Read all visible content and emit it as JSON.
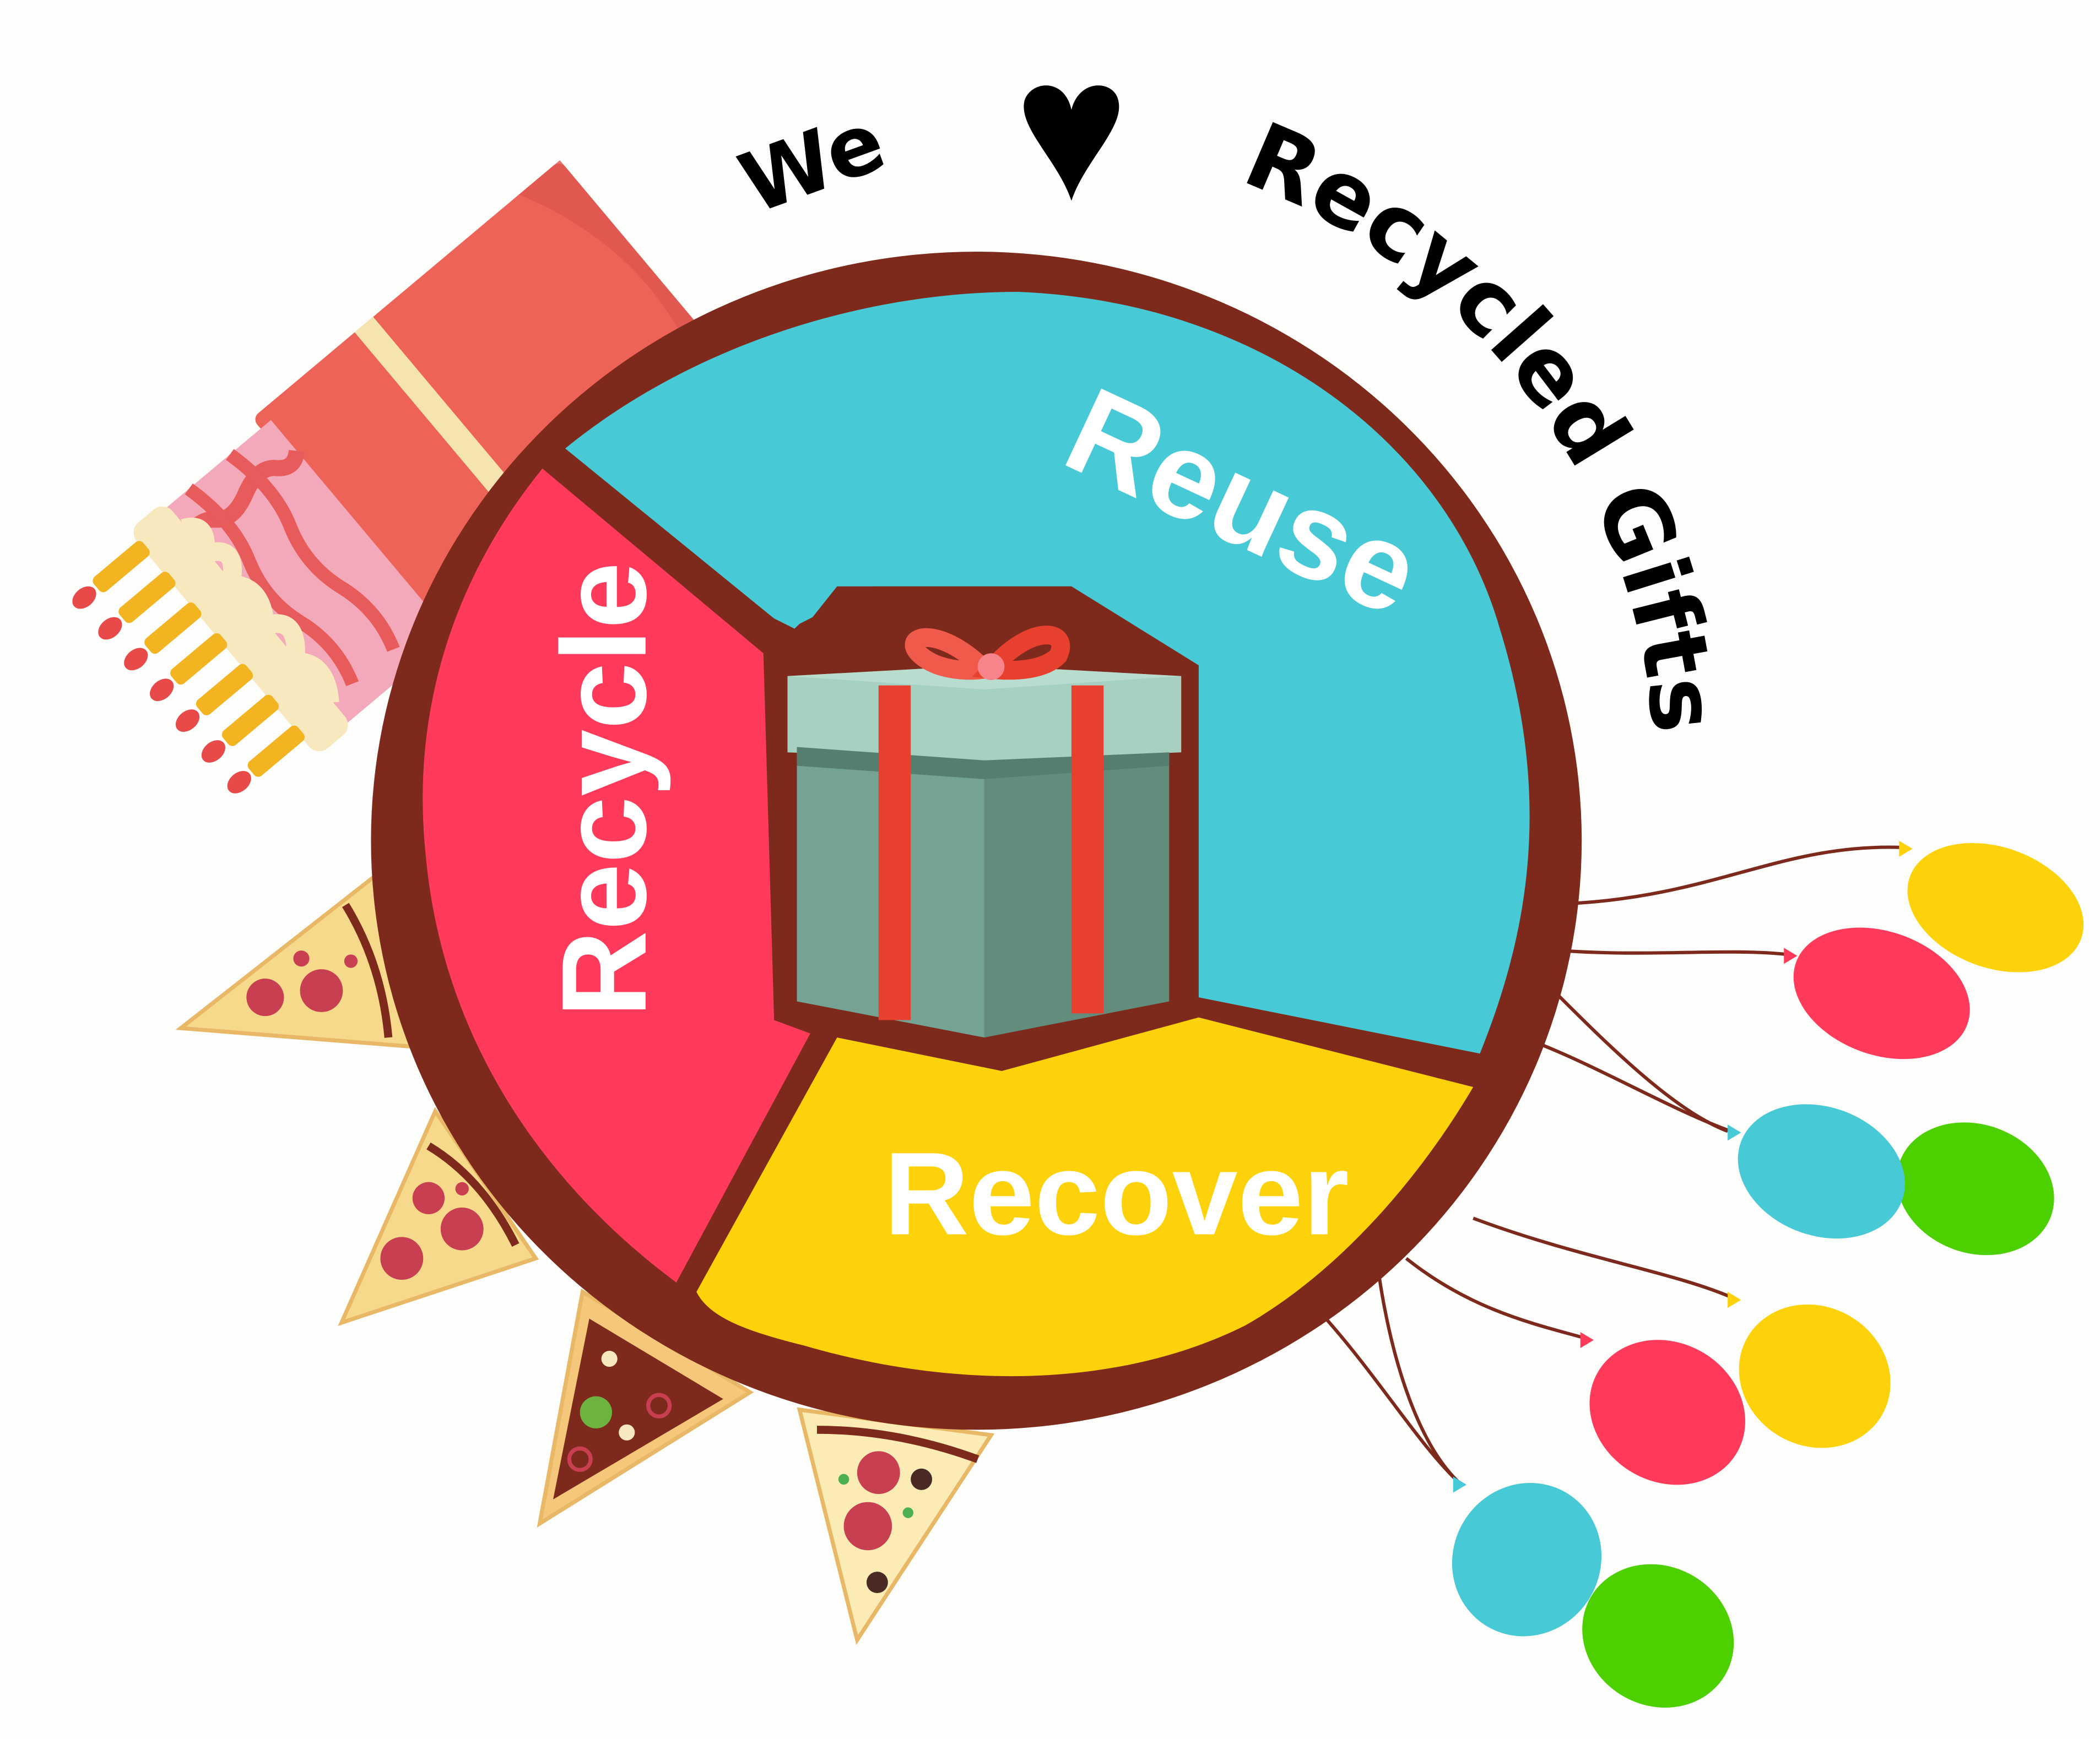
{
  "header": {
    "word_we": "We",
    "heart_symbol": "heart-icon",
    "curved_title": "Recycled Gifts"
  },
  "wheel": {
    "segments": [
      {
        "label": "Reuse",
        "color": "#48C9D6"
      },
      {
        "label": "Recycle",
        "color": "#FF3A5A"
      },
      {
        "label": "Recover",
        "color": "#FDD20A"
      }
    ],
    "border_color": "#7D2A1C",
    "center_icon": "gift-box-icon"
  },
  "decorations": {
    "cake": {
      "icon": "birthday-cake-icon",
      "candles": 7
    },
    "pizza_slices": {
      "icon": "pizza-slice-icon",
      "count": 4
    },
    "balloons": {
      "icon": "balloon-icon",
      "colors": [
        "#FDD20A",
        "#FF3A5A",
        "#48C9D6",
        "#4CD000",
        "#FDD20A",
        "#FF3A5A",
        "#48C9D6",
        "#4CD000"
      ]
    }
  },
  "colors": {
    "background": "#FDFDFB",
    "brown": "#7D2A1C",
    "cyan": "#48C9D6",
    "red": "#FF3A5A",
    "yellow": "#FDD20A",
    "green": "#4CD000",
    "gift_teal": "#70A090",
    "gift_lid": "#A6D0C0",
    "ribbon": "#E8402E"
  }
}
